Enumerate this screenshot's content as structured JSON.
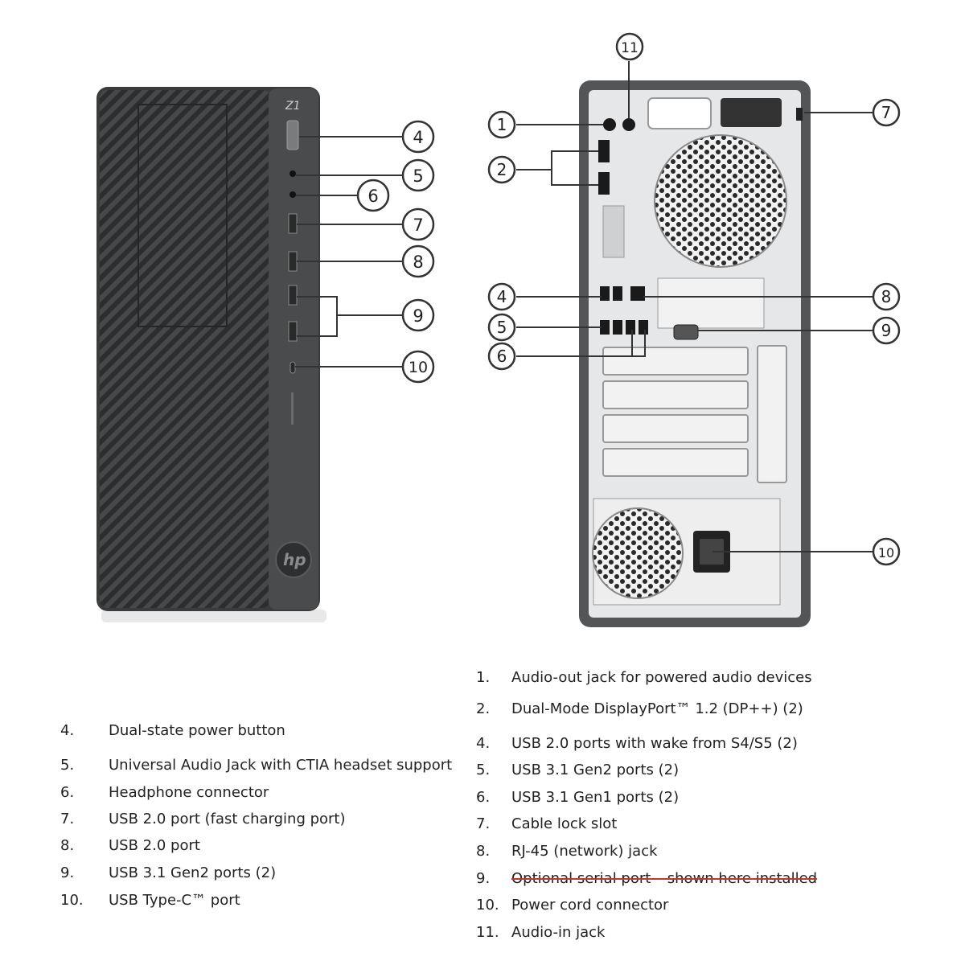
{
  "front": {
    "brand_badge": "Z1",
    "logo": "hp",
    "callouts": [
      "4",
      "5",
      "6",
      "7",
      "8",
      "9",
      "10"
    ]
  },
  "rear": {
    "callouts": [
      "11",
      "1",
      "2",
      "7",
      "4",
      "8",
      "5",
      "9",
      "6",
      "10"
    ]
  },
  "front_legend": [
    {
      "num": "4.",
      "text": "Dual-state power button"
    },
    {
      "num": "5.",
      "text": "Universal Audio Jack with CTIA headset support"
    },
    {
      "num": "6.",
      "text": "Headphone connector"
    },
    {
      "num": "7.",
      "text": "USB 2.0 port (fast charging port)"
    },
    {
      "num": "8.",
      "text": "USB 2.0 port"
    },
    {
      "num": "9.",
      "text": "USB 3.1 Gen2 ports (2)"
    },
    {
      "num": "10.",
      "text": "USB Type-C™ port"
    }
  ],
  "rear_legend": [
    {
      "num": "1.",
      "text": "Audio-out jack for powered audio devices"
    },
    {
      "num": "2.",
      "text": "Dual-Mode DisplayPort™ 1.2 (DP++) (2)"
    },
    {
      "num": "4.",
      "text": "USB 2.0 ports with wake from S4/S5 (2)"
    },
    {
      "num": "5.",
      "text": "USB 3.1 Gen2 ports (2)"
    },
    {
      "num": "6.",
      "text": "USB 3.1 Gen1 ports (2)"
    },
    {
      "num": "7.",
      "text": "Cable lock slot"
    },
    {
      "num": "8.",
      "text": "RJ-45 (network) jack"
    },
    {
      "num": "9.",
      "text": "Optional serial port – shown here installed",
      "struck": true
    },
    {
      "num": "10.",
      "text": "Power cord connector"
    },
    {
      "num": "11.",
      "text": "Audio-in jack"
    }
  ],
  "colors": {
    "case_front": "#3a3b3d",
    "case_bezel": "#4a4b4d",
    "rear_panel": "#e6e7e8",
    "rear_frame": "#545556",
    "callout_line": "#333333",
    "strike": "#c0392b"
  }
}
